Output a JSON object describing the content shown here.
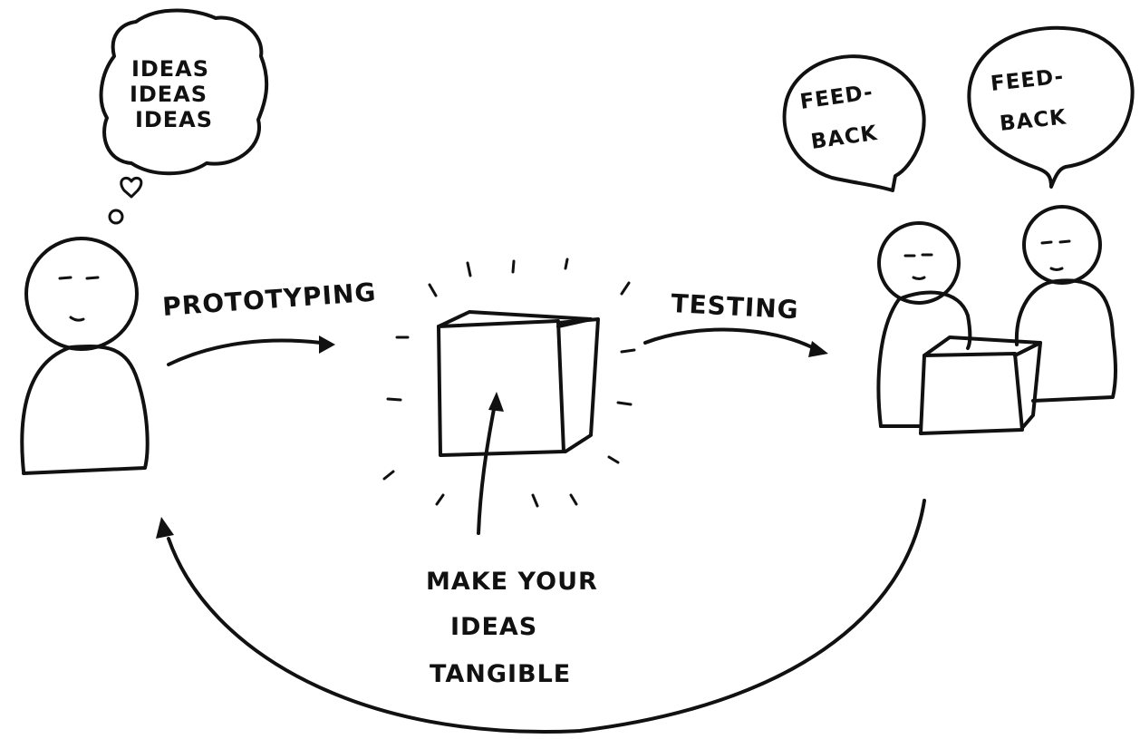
{
  "diagram": {
    "thought_bubble": {
      "lines": [
        "IDEAS",
        "IDEAS",
        "IDEAS"
      ]
    },
    "label_prototyping": "PROTOTYPING",
    "label_testing": "TESTING",
    "caption": {
      "lines": [
        "MAKE YOUR",
        "IDEAS",
        "TANGIBLE"
      ]
    },
    "speech_bubble_left": {
      "lines": [
        "FEED-",
        "BACK"
      ]
    },
    "speech_bubble_right": {
      "lines": [
        "FEED-",
        "BACK"
      ]
    }
  },
  "colors": {
    "ink": "#111111",
    "background": "#ffffff"
  }
}
